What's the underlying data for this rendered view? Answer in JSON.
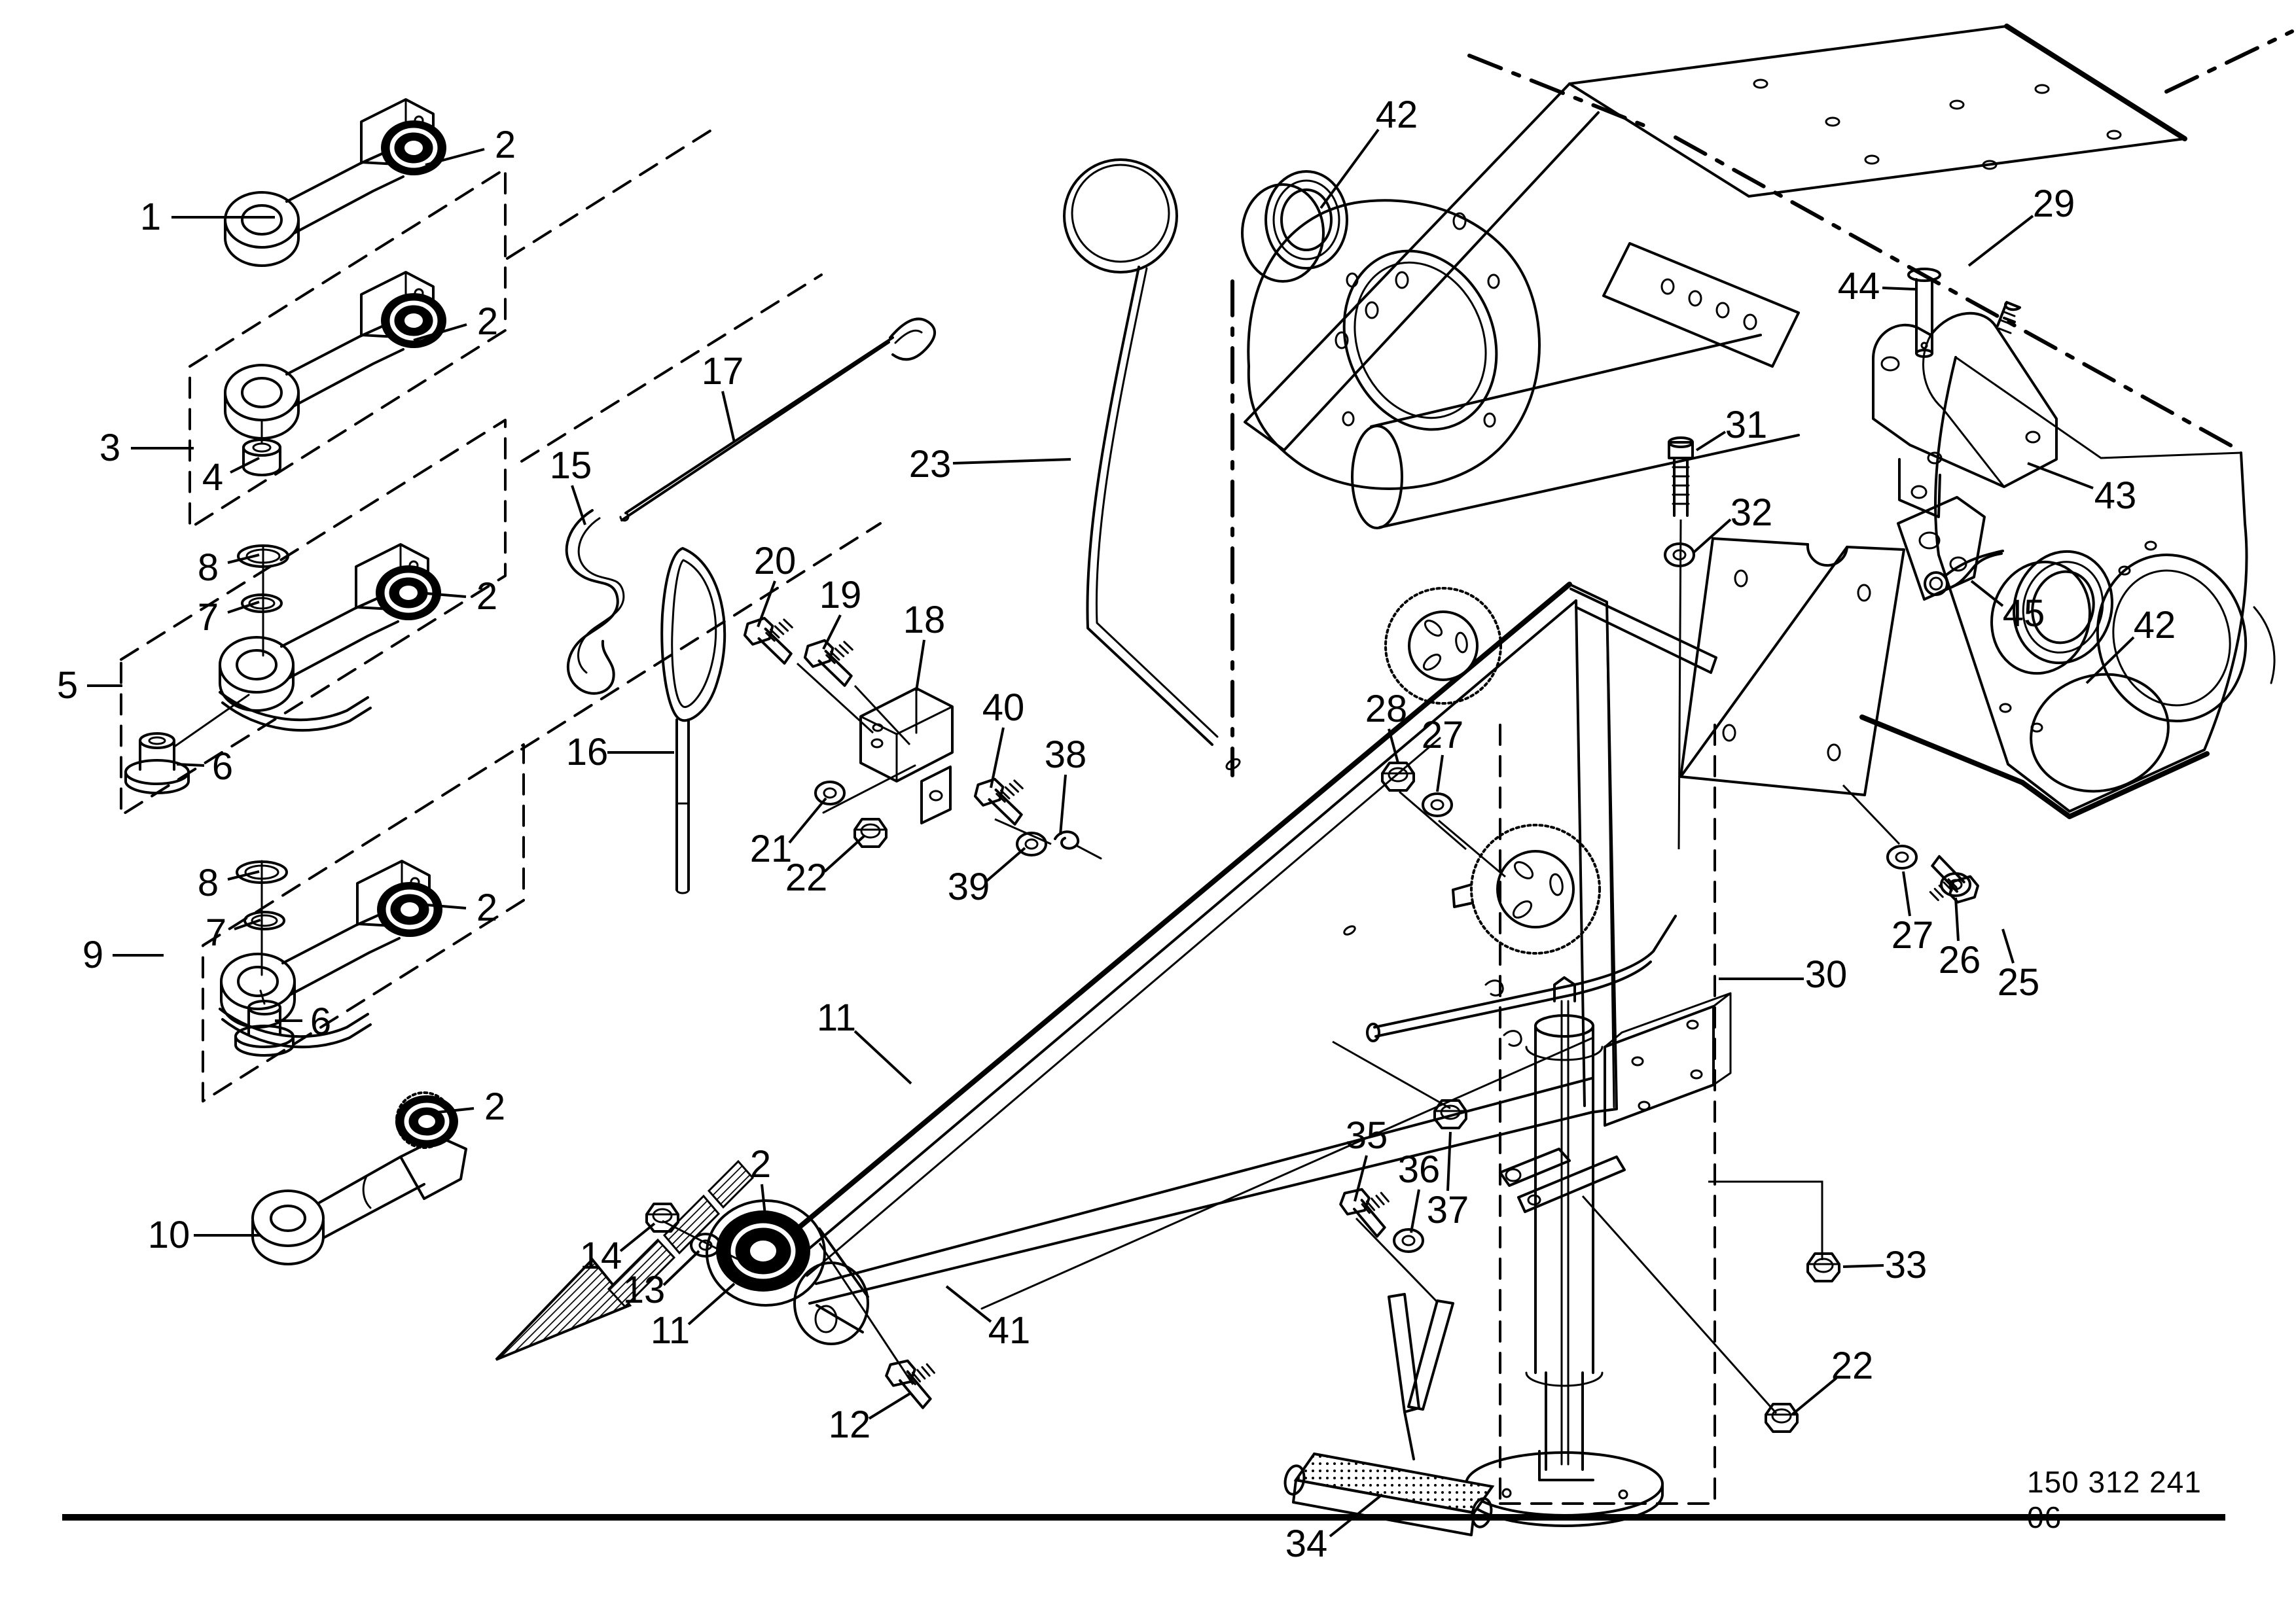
{
  "figure": {
    "ink_color": "#000000",
    "paper_color": "#ffffff"
  },
  "footer": {
    "drawing_number": "150 312 241 06"
  },
  "callouts": [
    {
      "label": "1"
    },
    {
      "label": "2"
    },
    {
      "label": "2"
    },
    {
      "label": "3"
    },
    {
      "label": "4"
    },
    {
      "label": "8"
    },
    {
      "label": "7"
    },
    {
      "label": "2"
    },
    {
      "label": "5"
    },
    {
      "label": "6"
    },
    {
      "label": "8"
    },
    {
      "label": "7"
    },
    {
      "label": "9"
    },
    {
      "label": "2"
    },
    {
      "label": "6"
    },
    {
      "label": "2"
    },
    {
      "label": "10"
    },
    {
      "label": "15"
    },
    {
      "label": "17"
    },
    {
      "label": "23"
    },
    {
      "label": "16"
    },
    {
      "label": "20"
    },
    {
      "label": "19"
    },
    {
      "label": "18"
    },
    {
      "label": "21"
    },
    {
      "label": "22"
    },
    {
      "label": "40"
    },
    {
      "label": "38"
    },
    {
      "label": "39"
    },
    {
      "label": "11"
    },
    {
      "label": "2"
    },
    {
      "label": "14"
    },
    {
      "label": "13"
    },
    {
      "label": "11"
    },
    {
      "label": "12"
    },
    {
      "label": "41"
    },
    {
      "label": "37"
    },
    {
      "label": "35"
    },
    {
      "label": "36"
    },
    {
      "label": "34"
    },
    {
      "label": "30"
    },
    {
      "label": "33"
    },
    {
      "label": "22"
    },
    {
      "label": "42"
    },
    {
      "label": "29"
    },
    {
      "label": "44"
    },
    {
      "label": "31"
    },
    {
      "label": "32"
    },
    {
      "label": "43"
    },
    {
      "label": "45"
    },
    {
      "label": "42"
    },
    {
      "label": "28"
    },
    {
      "label": "27"
    },
    {
      "label": "27"
    },
    {
      "label": "26"
    },
    {
      "label": "25"
    }
  ]
}
